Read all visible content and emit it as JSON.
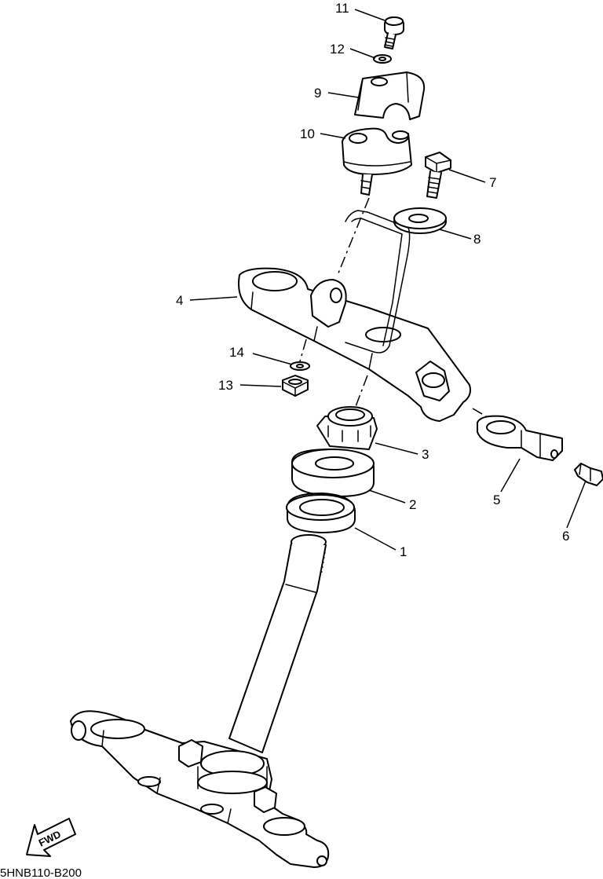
{
  "diagram": {
    "code": "5HNB110-B200",
    "direction_label": "FWD",
    "callouts": [
      {
        "id": "c1",
        "label": "1"
      },
      {
        "id": "c2",
        "label": "2"
      },
      {
        "id": "c3",
        "label": "3"
      },
      {
        "id": "c4",
        "label": "4"
      },
      {
        "id": "c5",
        "label": "5"
      },
      {
        "id": "c6",
        "label": "6"
      },
      {
        "id": "c7",
        "label": "7"
      },
      {
        "id": "c8",
        "label": "8"
      },
      {
        "id": "c9",
        "label": "9"
      },
      {
        "id": "c10",
        "label": "10"
      },
      {
        "id": "c11",
        "label": "11"
      },
      {
        "id": "c12",
        "label": "12"
      },
      {
        "id": "c13",
        "label": "13"
      },
      {
        "id": "c14",
        "label": "14"
      }
    ]
  }
}
